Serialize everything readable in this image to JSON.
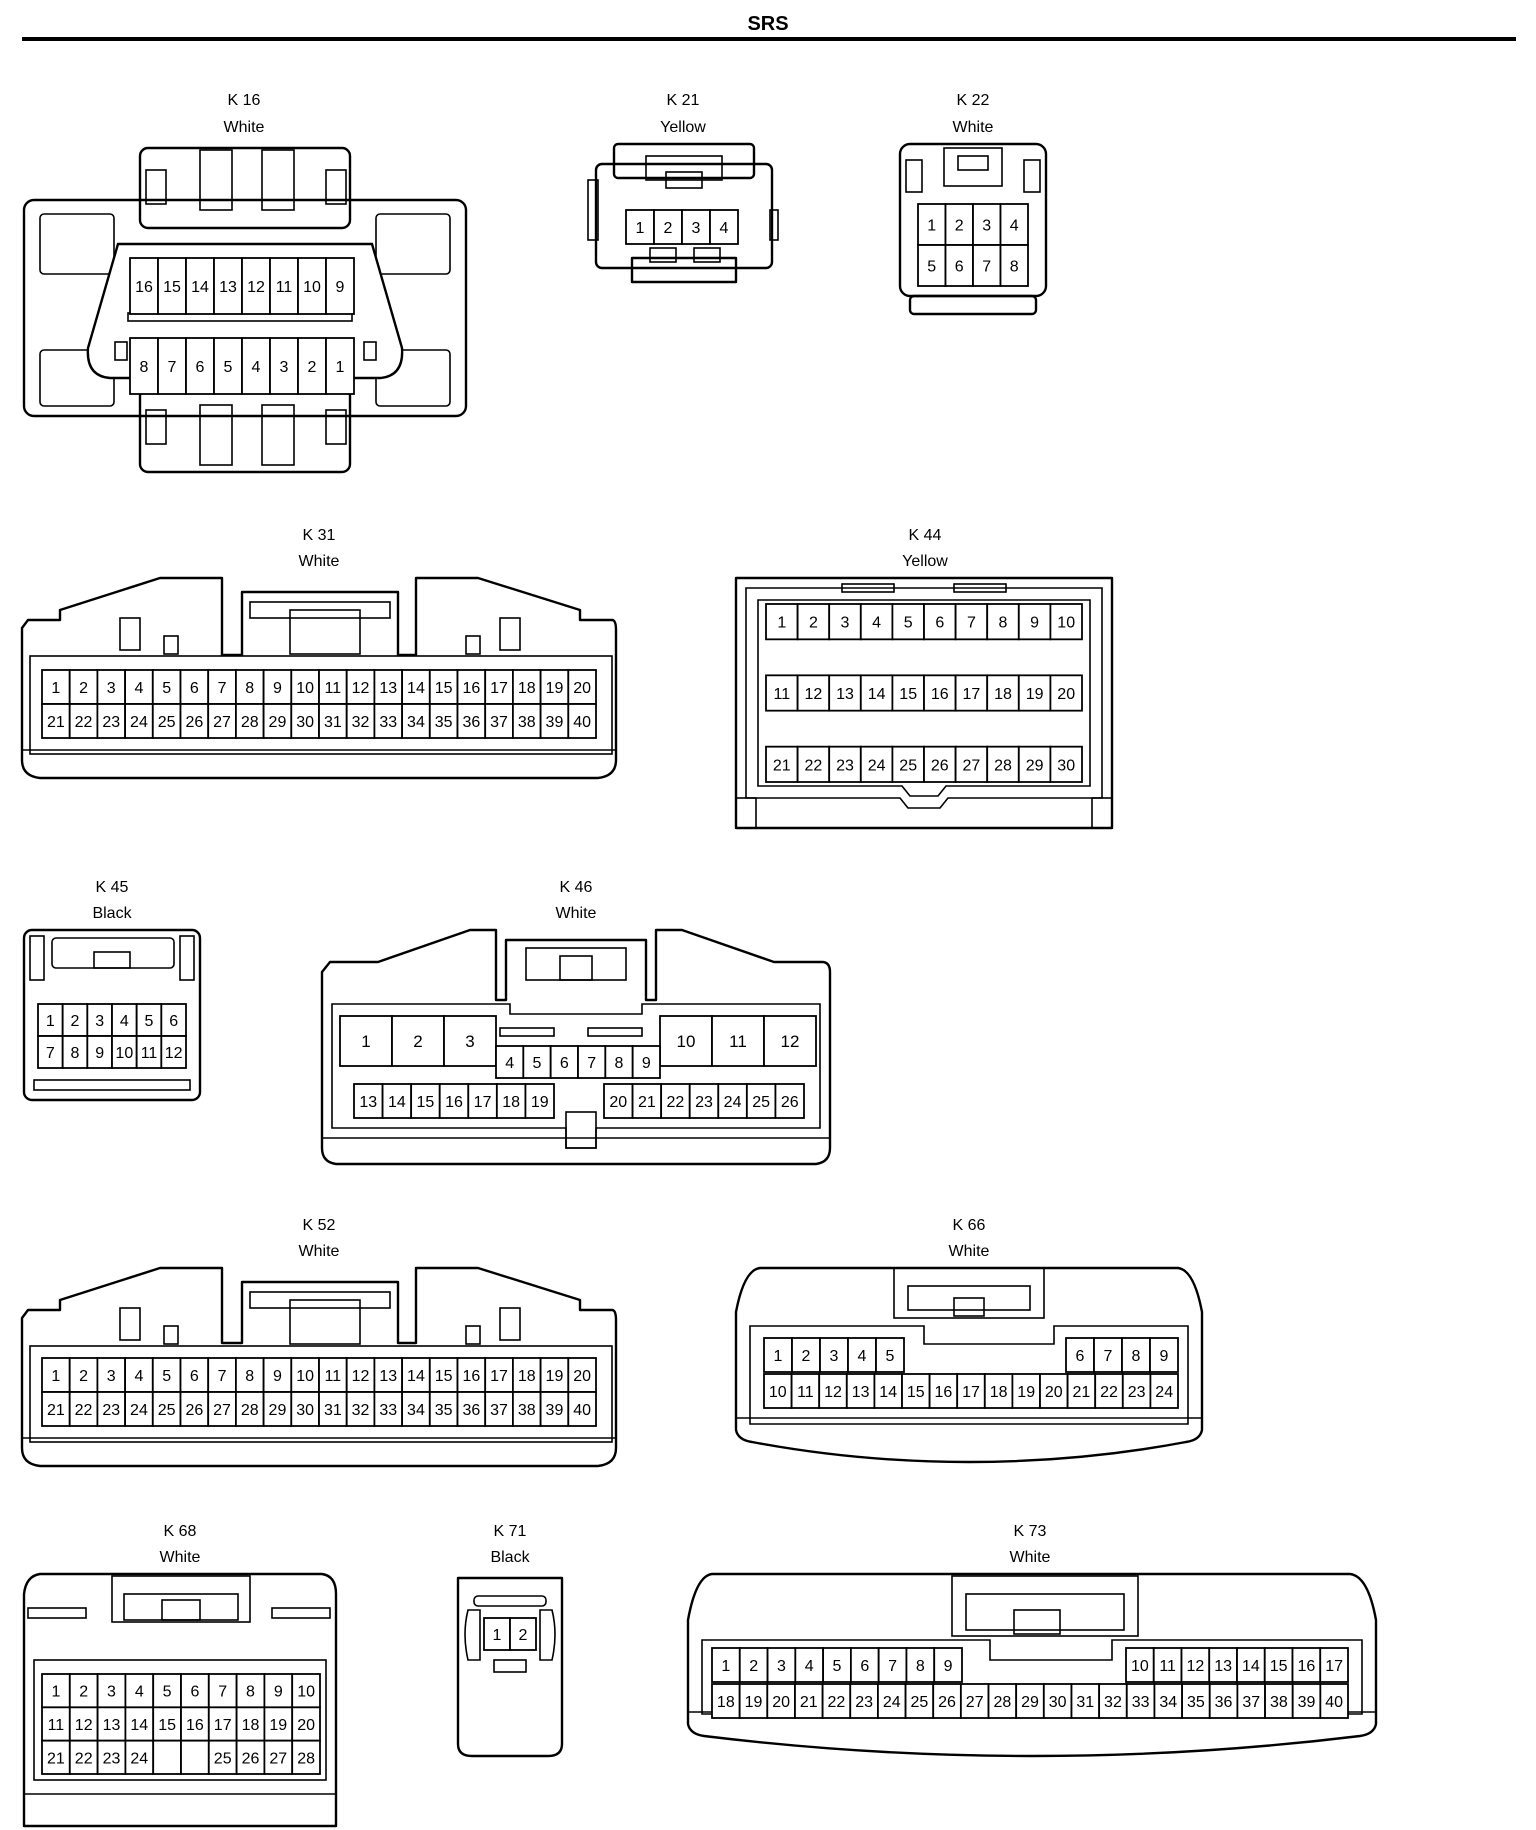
{
  "page": {
    "title": "SRS"
  },
  "connectors": {
    "k16": {
      "id": "K 16",
      "color": "White",
      "rows": [
        [
          "16",
          "15",
          "14",
          "13",
          "12",
          "11",
          "10",
          "9"
        ],
        [
          "8",
          "7",
          "6",
          "5",
          "4",
          "3",
          "2",
          "1"
        ]
      ]
    },
    "k21": {
      "id": "K 21",
      "color": "Yellow",
      "rows": [
        [
          "1",
          "2",
          "3",
          "4"
        ]
      ]
    },
    "k22": {
      "id": "K 22",
      "color": "White",
      "rows": [
        [
          "1",
          "2",
          "3",
          "4"
        ],
        [
          "5",
          "6",
          "7",
          "8"
        ]
      ]
    },
    "k31": {
      "id": "K 31",
      "color": "White",
      "rows": [
        [
          "1",
          "2",
          "3",
          "4",
          "5",
          "6",
          "7",
          "8",
          "9",
          "10",
          "11",
          "12",
          "13",
          "14",
          "15",
          "16",
          "17",
          "18",
          "19",
          "20"
        ],
        [
          "21",
          "22",
          "23",
          "24",
          "25",
          "26",
          "27",
          "28",
          "29",
          "30",
          "31",
          "32",
          "33",
          "34",
          "35",
          "36",
          "37",
          "38",
          "39",
          "40"
        ]
      ]
    },
    "k44": {
      "id": "K 44",
      "color": "Yellow",
      "rows": [
        [
          "1",
          "2",
          "3",
          "4",
          "5",
          "6",
          "7",
          "8",
          "9",
          "10"
        ],
        [
          "11",
          "12",
          "13",
          "14",
          "15",
          "16",
          "17",
          "18",
          "19",
          "20"
        ],
        [
          "21",
          "22",
          "23",
          "24",
          "25",
          "26",
          "27",
          "28",
          "29",
          "30"
        ]
      ]
    },
    "k45": {
      "id": "K 45",
      "color": "Black",
      "rows": [
        [
          "1",
          "2",
          "3",
          "4",
          "5",
          "6"
        ],
        [
          "7",
          "8",
          "9",
          "10",
          "11",
          "12"
        ]
      ]
    },
    "k46": {
      "id": "K 46",
      "color": "White",
      "big_left": [
        "1",
        "2",
        "3"
      ],
      "mid": [
        "4",
        "5",
        "6",
        "7",
        "8",
        "9"
      ],
      "big_right": [
        "10",
        "11",
        "12"
      ],
      "bottom_left": [
        "13",
        "14",
        "15",
        "16",
        "17",
        "18",
        "19"
      ],
      "bottom_right": [
        "20",
        "21",
        "22",
        "23",
        "24",
        "25",
        "26"
      ]
    },
    "k52": {
      "id": "K 52",
      "color": "White",
      "rows": [
        [
          "1",
          "2",
          "3",
          "4",
          "5",
          "6",
          "7",
          "8",
          "9",
          "10",
          "11",
          "12",
          "13",
          "14",
          "15",
          "16",
          "17",
          "18",
          "19",
          "20"
        ],
        [
          "21",
          "22",
          "23",
          "24",
          "25",
          "26",
          "27",
          "28",
          "29",
          "30",
          "31",
          "32",
          "33",
          "34",
          "35",
          "36",
          "37",
          "38",
          "39",
          "40"
        ]
      ]
    },
    "k66": {
      "id": "K 66",
      "color": "White",
      "top_left": [
        "1",
        "2",
        "3",
        "4",
        "5"
      ],
      "top_right": [
        "6",
        "7",
        "8",
        "9"
      ],
      "bottom": [
        "10",
        "11",
        "12",
        "13",
        "14",
        "15",
        "16",
        "17",
        "18",
        "19",
        "20",
        "21",
        "22",
        "23",
        "24"
      ]
    },
    "k68": {
      "id": "K 68",
      "color": "White",
      "rows": [
        [
          "1",
          "2",
          "3",
          "4",
          "5",
          "6",
          "7",
          "8",
          "9",
          "10"
        ],
        [
          "11",
          "12",
          "13",
          "14",
          "15",
          "16",
          "17",
          "18",
          "19",
          "20"
        ],
        [
          "21",
          "22",
          "23",
          "24",
          "",
          "",
          "25",
          "26",
          "27",
          "28"
        ]
      ]
    },
    "k71": {
      "id": "K 71",
      "color": "Black",
      "rows": [
        [
          "1",
          "2"
        ]
      ]
    },
    "k73": {
      "id": "K 73",
      "color": "White",
      "top_left": [
        "1",
        "2",
        "3",
        "4",
        "5",
        "6",
        "7",
        "8",
        "9"
      ],
      "top_right": [
        "10",
        "11",
        "12",
        "13",
        "14",
        "15",
        "16",
        "17"
      ],
      "bottom": [
        "18",
        "19",
        "20",
        "21",
        "22",
        "23",
        "24",
        "25",
        "26",
        "27",
        "28",
        "29",
        "30",
        "31",
        "32",
        "33",
        "34",
        "35",
        "36",
        "37",
        "38",
        "39",
        "40"
      ]
    }
  }
}
